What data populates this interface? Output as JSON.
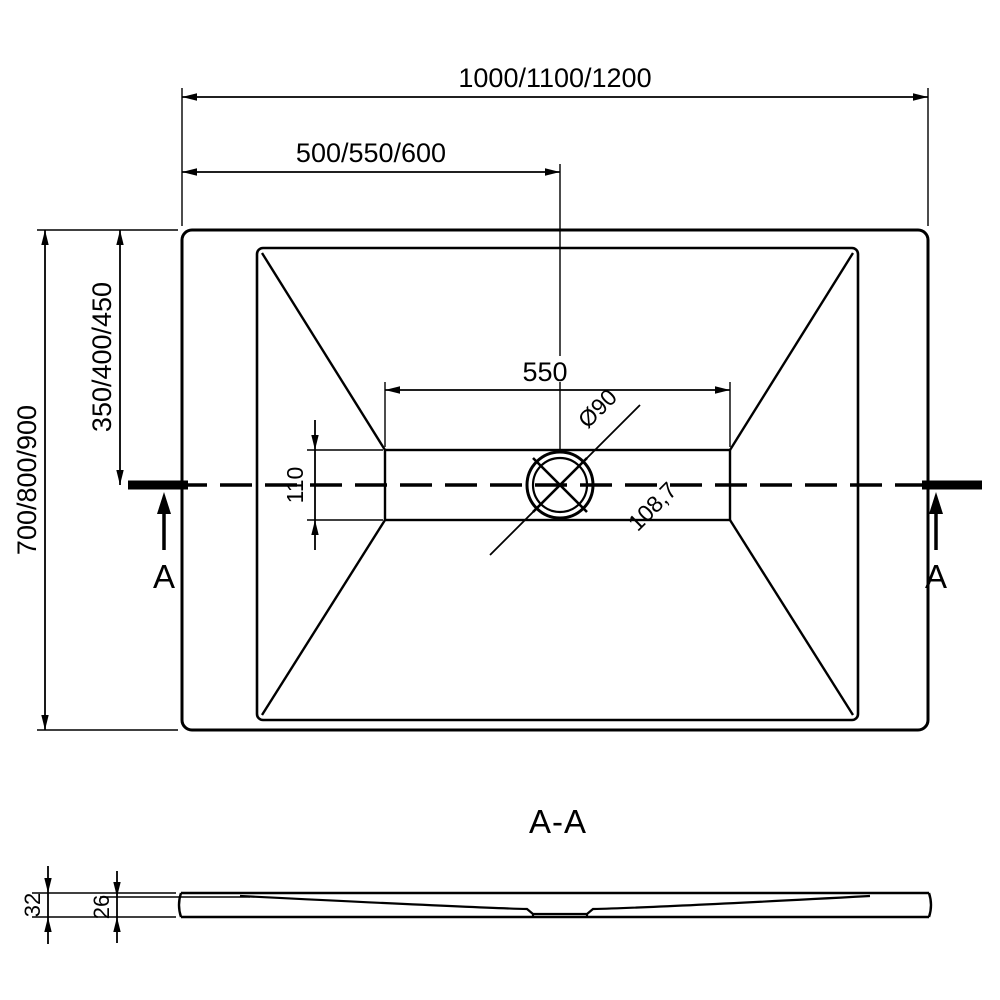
{
  "colors": {
    "line": "#000000",
    "background": "#ffffff"
  },
  "top_view": {
    "overall_width_label": "1000/1100/1200",
    "half_width_label": "500/550/600",
    "overall_depth_label": "700/800/900",
    "half_depth_label": "350/400/450",
    "channel_length_label": "550",
    "channel_width_label": "110",
    "drain_diameter_label": "Ø90",
    "drain_diagonal_label": "108,7",
    "section_marker_left": "A",
    "section_marker_right": "A"
  },
  "section_view": {
    "title": "A-A",
    "overall_height_label": "32",
    "base_height_label": "26"
  }
}
